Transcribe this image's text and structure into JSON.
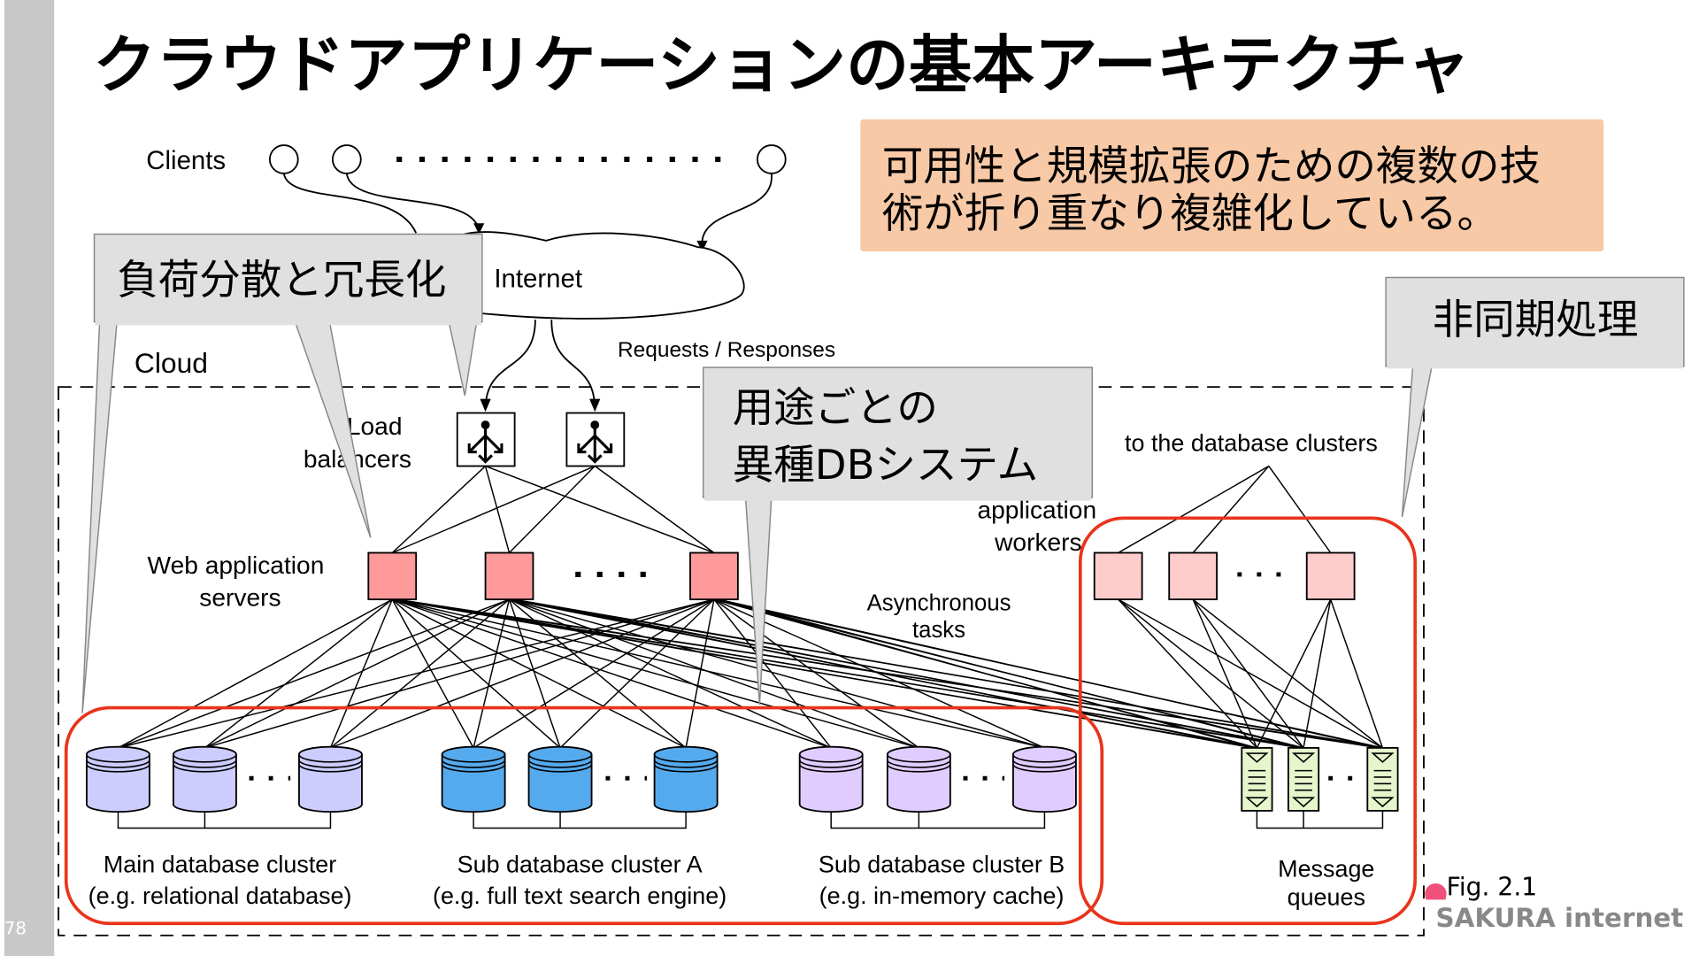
{
  "slide": {
    "title": "クラウドアプリケーションの基本アーキテクチャ",
    "page_number": "78",
    "figure_label": "Fig. 2.1",
    "logo_text": "SAKURA internet"
  },
  "callouts": {
    "summary_line1": "可用性と規模拡張のための複数の技",
    "summary_line2": "術が折り重なり複雑化している。",
    "load_balancing": "負荷分散と冗長化",
    "db_line1": "用途ごとの",
    "db_line2": "異種DBシステム",
    "async": "非同期処理"
  },
  "diagram": {
    "clients": "Clients",
    "internet": "Internet",
    "requests": "Requests / Responses",
    "cloud": "Cloud",
    "lb_line1": "Load",
    "lb_line2": "balancers",
    "web_line1": "Web application",
    "web_line2": "servers",
    "workers_line1": "application",
    "workers_line2": "workers",
    "to_db": "to the database clusters",
    "async_line1": "Asynchronous",
    "async_line2": "tasks",
    "main_db_line1": "Main database cluster",
    "main_db_line2": "(e.g. relational database)",
    "sub_a_line1": "Sub database cluster A",
    "sub_a_line2": "(e.g. full text search engine)",
    "sub_b_line1": "Sub database cluster B",
    "sub_b_line2": "(e.g. in-memory cache)",
    "mq_line1": "Message",
    "mq_line2": "queues"
  },
  "colors": {
    "web_server": "#ff9a9a",
    "worker": "#ffcccc",
    "main_db": "#ccccff",
    "sub_a_db": "#55aaee",
    "sub_b_db": "#e0ccff",
    "queue": "#e6f5cc",
    "highlight": "#e8341c",
    "summary_bg": "#f8c9a6",
    "callout_bg": "#e0e0e0"
  }
}
